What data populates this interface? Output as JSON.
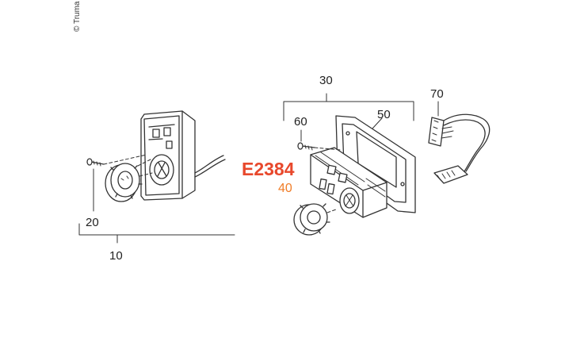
{
  "copyright": "© Truma",
  "part_code": "E2384",
  "labels": {
    "l10": "10",
    "l20": "20",
    "l30": "30",
    "l40": "40",
    "l50": "50",
    "l60": "60",
    "l70": "70"
  },
  "colors": {
    "line": "#333333",
    "code": "#e8482c",
    "code_sub": "#f07d28"
  }
}
